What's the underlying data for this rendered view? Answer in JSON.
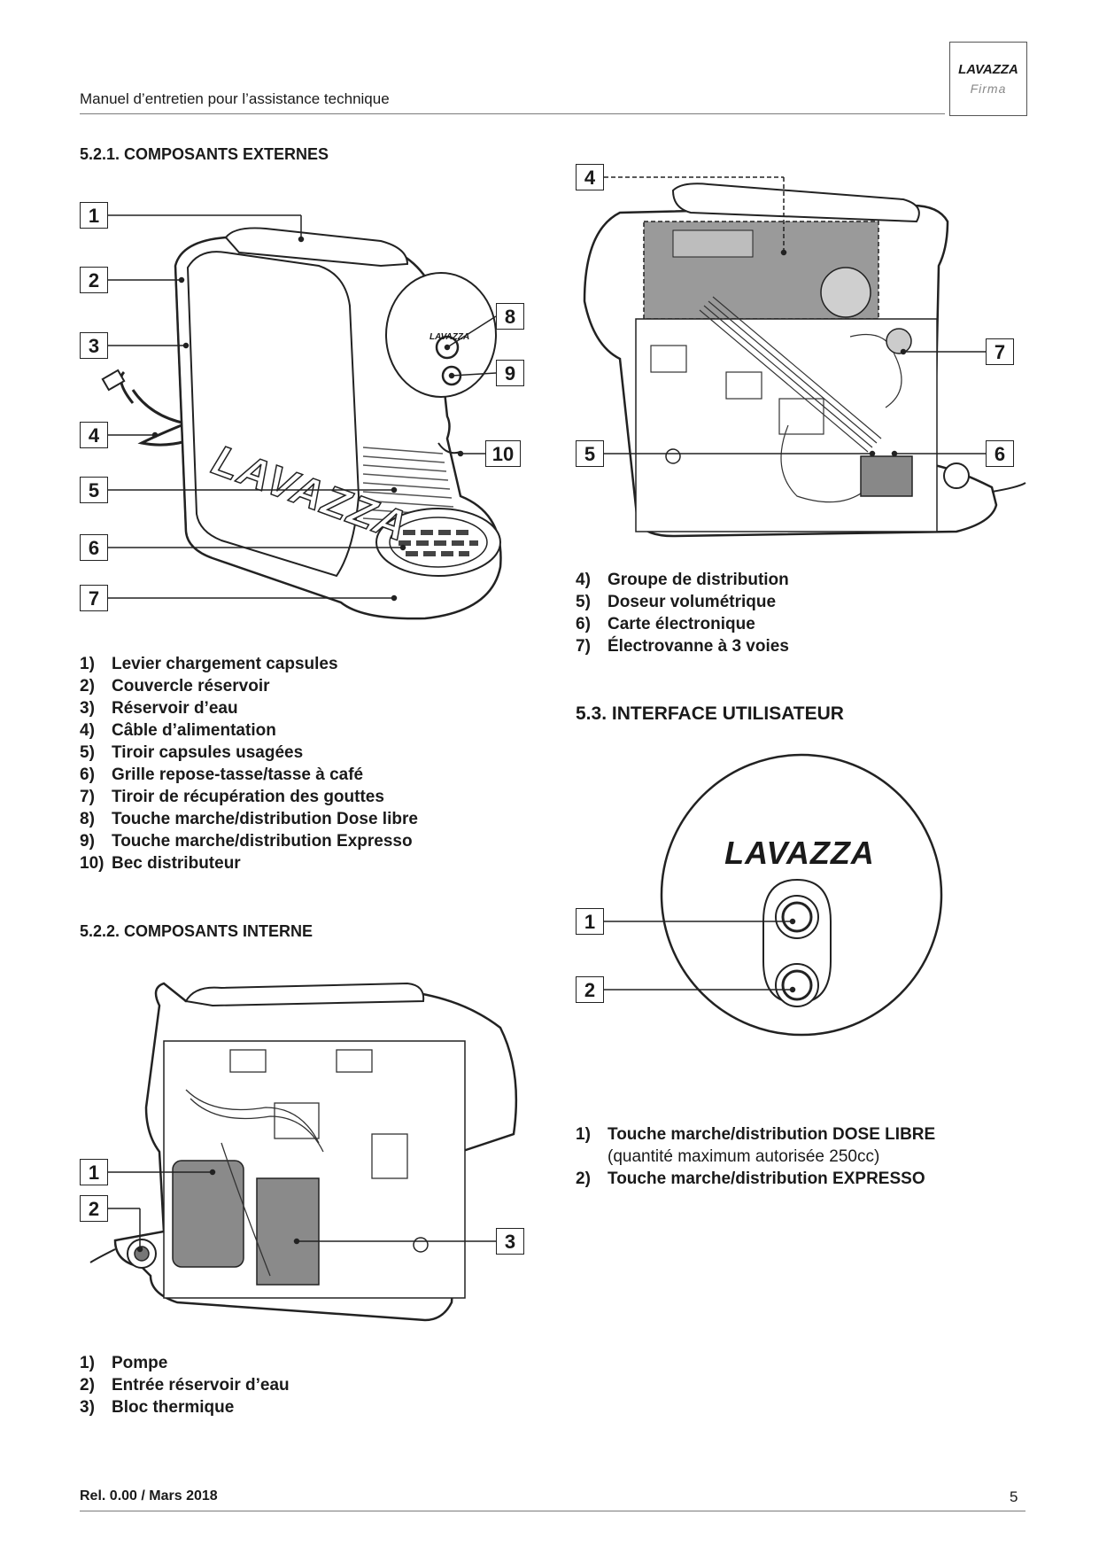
{
  "header": {
    "title": "Manuel d’entretien pour l’assistance technique",
    "logo_word": "LAVAZZA",
    "logo_sub": "Firma"
  },
  "section_external": {
    "heading": "5.2.1. COMPOSANTS EXTERNES",
    "items": [
      {
        "num": "1)",
        "label": "Levier chargement capsules"
      },
      {
        "num": "2)",
        "label": "Couvercle réservoir"
      },
      {
        "num": "3)",
        "label": "Réservoir d’eau"
      },
      {
        "num": "4)",
        "label": "Câble d’alimentation"
      },
      {
        "num": "5)",
        "label": "Tiroir capsules usagées"
      },
      {
        "num": "6)",
        "label": "Grille repose-tasse/tasse à café"
      },
      {
        "num": "7)",
        "label": "Tiroir de récupération des gouttes"
      },
      {
        "num": "8)",
        "label": "Touche marche/distribution Dose libre"
      },
      {
        "num": "9)",
        "label": "Touche marche/distribution Expresso"
      },
      {
        "num": "10)",
        "label": "Bec distributeur"
      }
    ],
    "callouts": [
      "1",
      "2",
      "3",
      "4",
      "5",
      "6",
      "7",
      "8",
      "9",
      "10"
    ],
    "machine_logo": "LAVAZZA"
  },
  "section_internal_top": {
    "items": [
      {
        "num": "4)",
        "label": "Groupe de distribution"
      },
      {
        "num": "5)",
        "label": "Doseur volumétrique"
      },
      {
        "num": "6)",
        "label": "Carte électronique"
      },
      {
        "num": "7)",
        "label": "Électrovanne à 3 voies"
      }
    ],
    "callouts": [
      "4",
      "5",
      "6",
      "7"
    ]
  },
  "section_internal": {
    "heading": "5.2.2. COMPOSANTS INTERNE",
    "items": [
      {
        "num": "1)",
        "label": "Pompe"
      },
      {
        "num": "2)",
        "label": "Entrée réservoir d’eau"
      },
      {
        "num": "3)",
        "label": "Bloc thermique"
      }
    ],
    "callouts": [
      "1",
      "2",
      "3"
    ]
  },
  "section_ui": {
    "heading": "5.3. INTERFACE UTILISATEUR",
    "panel_logo": "LAVAZZA",
    "items": [
      {
        "num": "1)",
        "label": "Touche marche/distribution DOSE LIBRE",
        "note": "(quantité maximum autorisée 250cc)"
      },
      {
        "num": "2)",
        "label": "Touche marche/distribution EXPRESSO"
      }
    ],
    "callouts": [
      "1",
      "2"
    ]
  },
  "footer": {
    "release": "Rel. 0.00 / Mars 2018",
    "page": "5"
  }
}
